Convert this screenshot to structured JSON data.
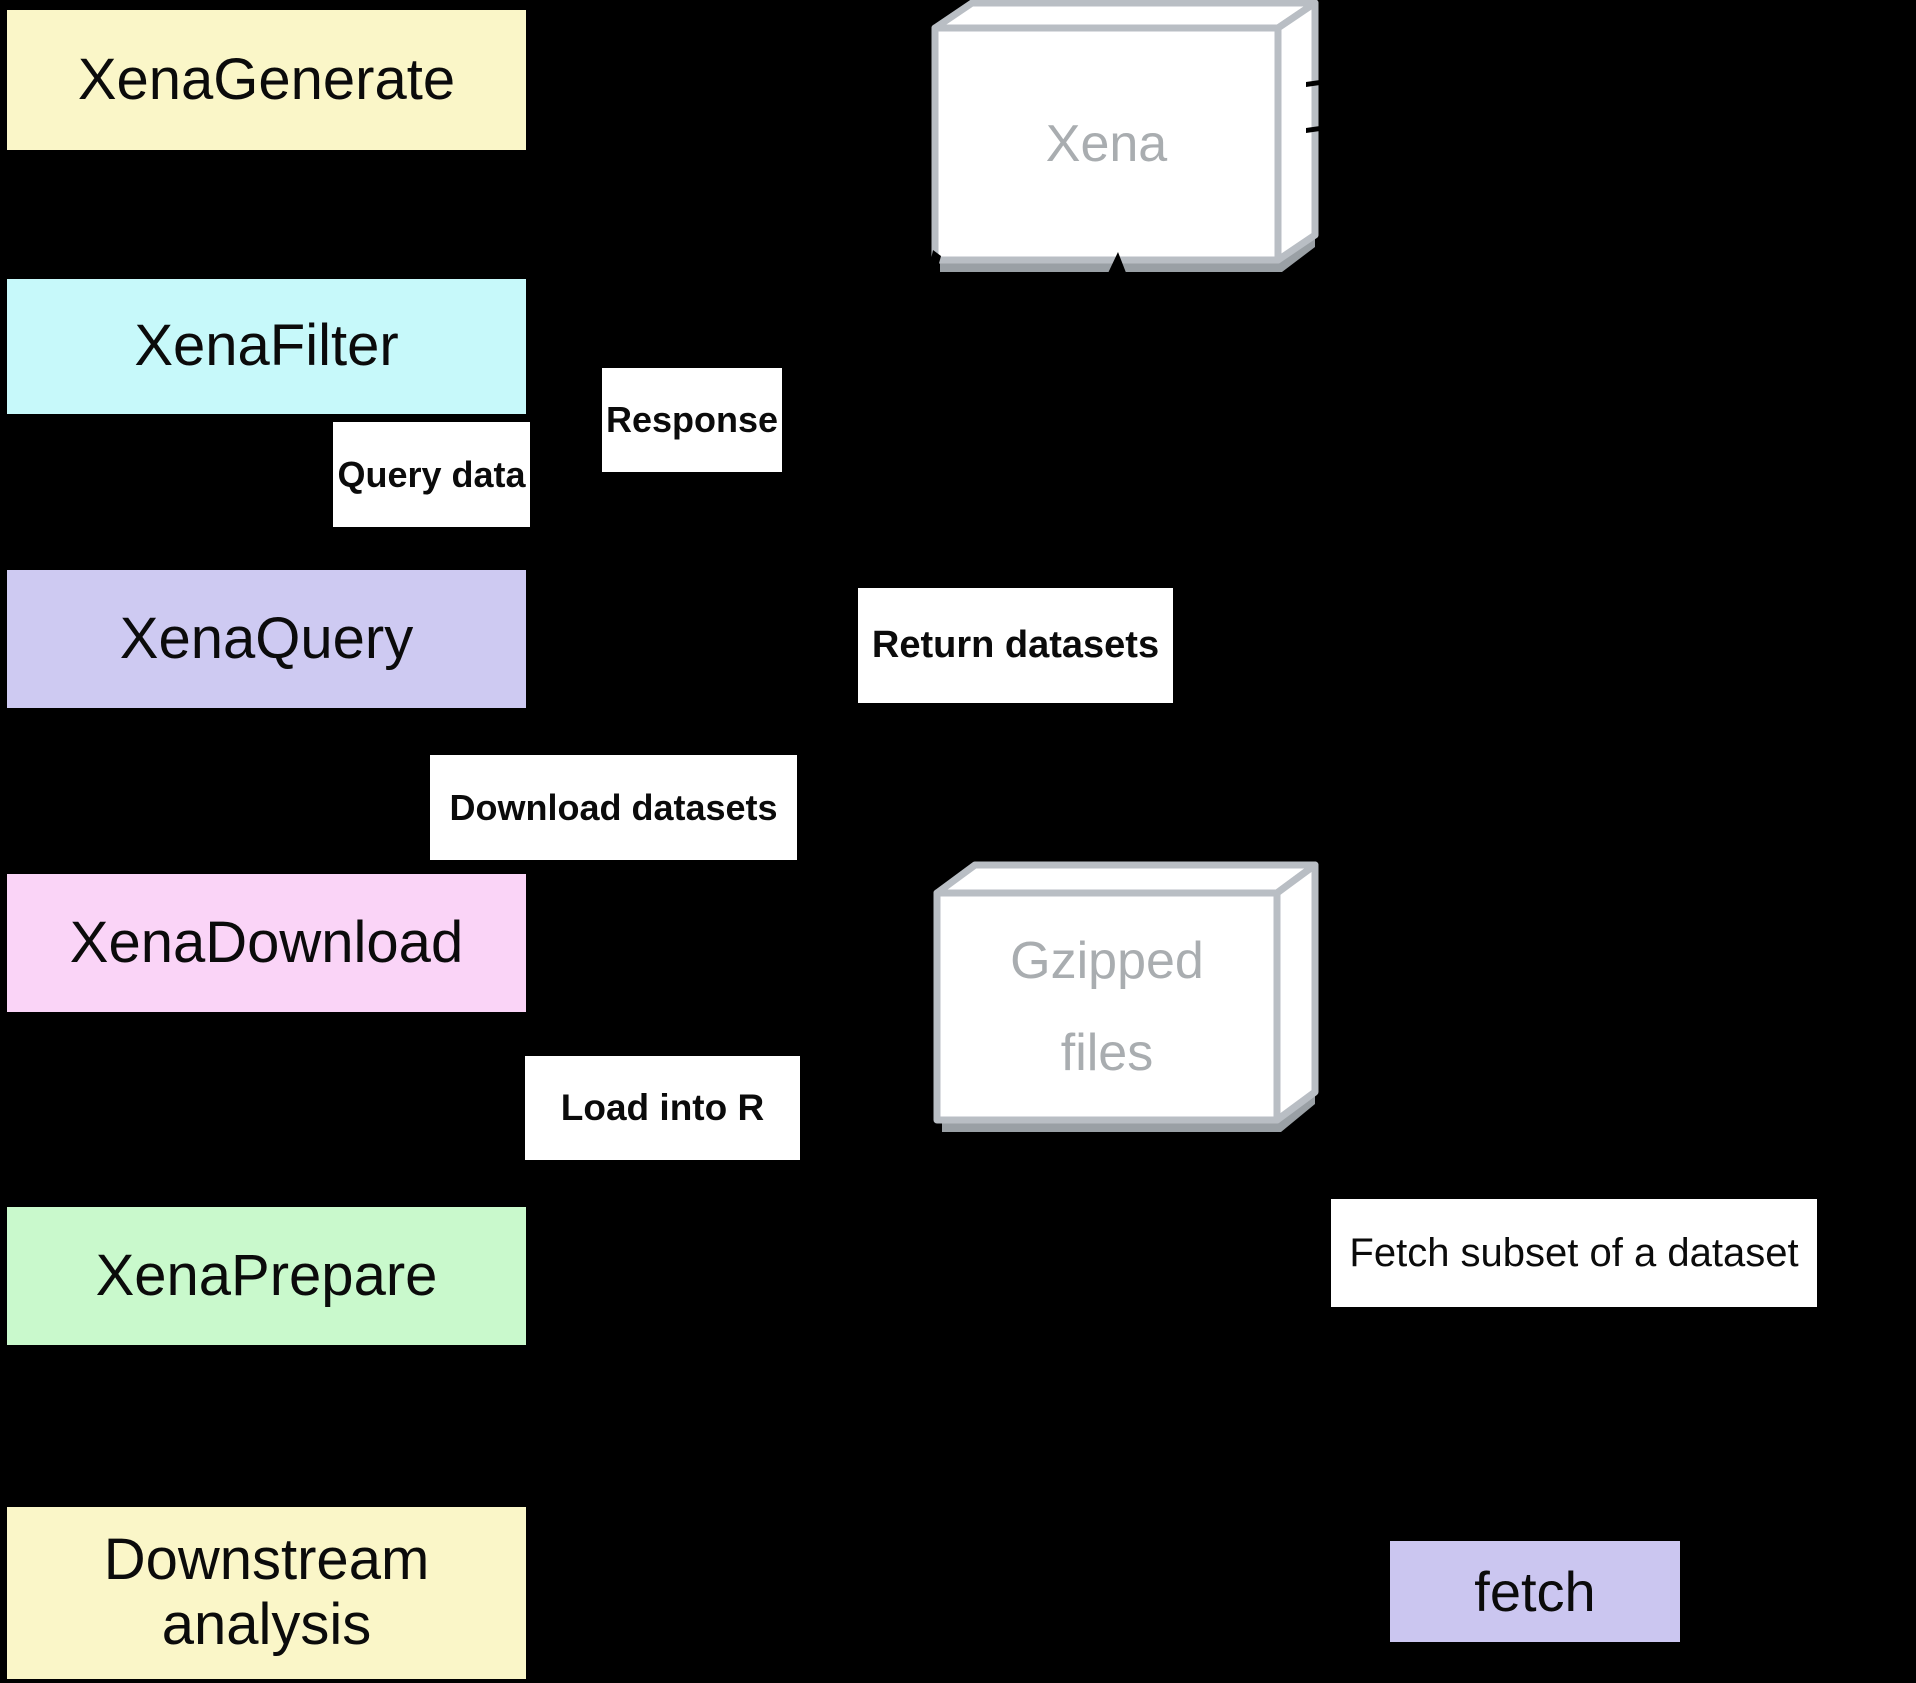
{
  "steps": [
    {
      "label": "XenaGenerate",
      "color": "#faf6c8"
    },
    {
      "label": "XenaFilter",
      "color": "#c7f9fa"
    },
    {
      "label": "XenaQuery",
      "color": "#cecaf2"
    },
    {
      "label": "XenaDownload",
      "color": "#fad4f7"
    },
    {
      "label": "XenaPrepare",
      "color": "#c9f9cc"
    },
    {
      "label": "Downstream analysis",
      "color": "#faf6c8"
    }
  ],
  "stores": {
    "xena": {
      "label": "Xena"
    },
    "gzipped": {
      "line1": "Gzipped",
      "line2": "files"
    }
  },
  "edge_labels": {
    "query_data": "Query data",
    "response": "Response",
    "return_datasets": "Return datasets",
    "download_datasets": "Download datasets",
    "load_into_r": "Load into R",
    "fetch_subset": "Fetch subset of a dataset",
    "fetch": "fetch"
  },
  "colors": {
    "background": "#000000",
    "label_bg": "#ffffff",
    "fetch_box": "#cbc6f0",
    "store_border": "#b9bec4",
    "store_text": "#a9adb0",
    "store_shadow": "#9aa0a5"
  }
}
